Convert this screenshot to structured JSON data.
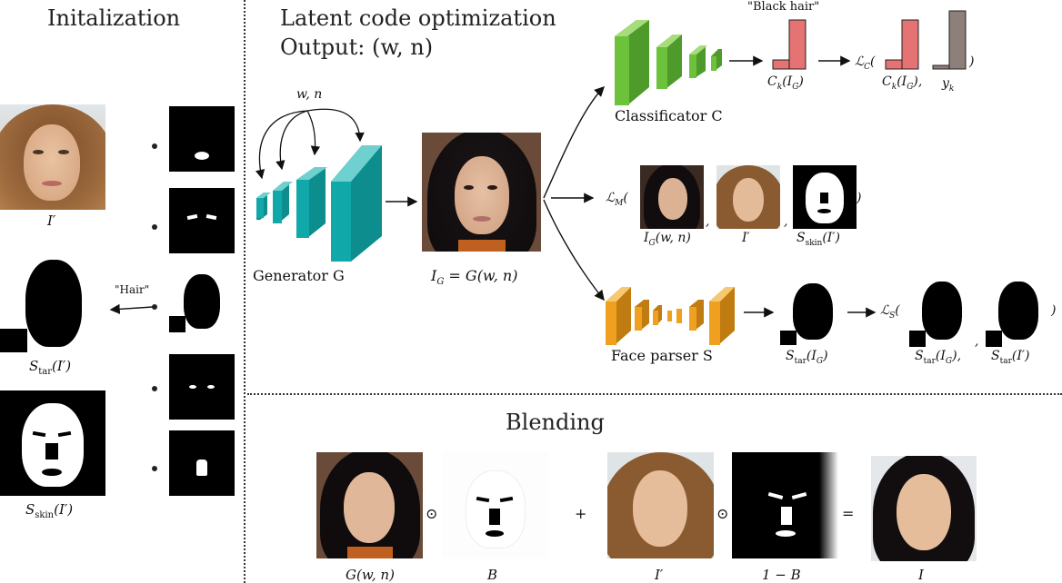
{
  "sections": {
    "init_title": "Initalization",
    "latent_title": "Latent code optimization",
    "latent_output": "Output:  (w, n)",
    "blending_title": "Blending"
  },
  "labels": {
    "i_prime": "I′",
    "s_tar": "S",
    "s_tar_sub": "tar",
    "s_tar_arg": "(I′)",
    "s_skin": "S",
    "s_skin_sub": "skin",
    "s_skin_arg": "(I′)",
    "hair_quote": "\"Hair\"",
    "wn": "w, n",
    "generator": "Generator G",
    "ig_eq": "I",
    "ig_eq_sub": "G",
    "ig_eq_rest": " = G(w, n)",
    "classificator": "Classificator C",
    "black_hair": "\"Black hair\"",
    "ck_ig": "C",
    "ck_sub": "k",
    "ck_arg": "(I",
    "ck_arg_sub": "G",
    "ck_close": ")",
    "loss_c": "ℒ",
    "loss_c_sub": "C",
    "yk": "y",
    "yk_sub": "k",
    "loss_m": "ℒ",
    "loss_m_sub": "M",
    "ig_wn": "I",
    "ig_wn_sub": "G",
    "ig_wn_arg": "(w, n)",
    "face_parser": "Face parser S",
    "star_ig": "S",
    "star_ig_sub": "tar",
    "star_ig_arg": "(I",
    "star_ig_arg_sub": "G",
    "loss_s": "ℒ",
    "loss_s_sub": "S",
    "g_wn": "G(w, n)",
    "b": "B",
    "one_minus_b": "1 − B",
    "i_final": "I",
    "odot": "⊙",
    "plus": "+",
    "equals": "="
  },
  "colors": {
    "generator": "#10a8a8",
    "classifier": "#6cc23a",
    "parser": "#f0a020",
    "bar_red": "#e57373",
    "bar_gray": "#8d7f7a"
  }
}
